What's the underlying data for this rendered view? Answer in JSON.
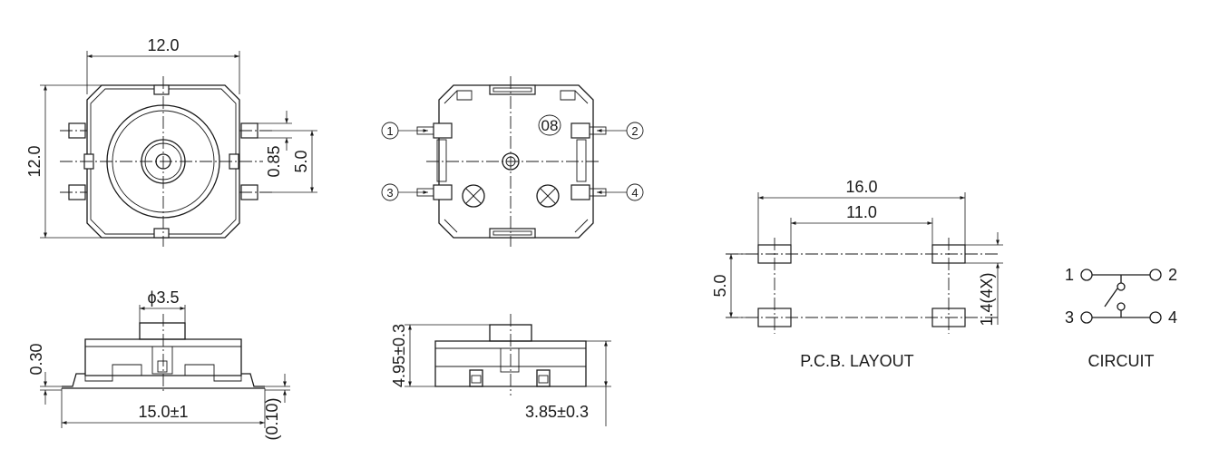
{
  "top_view": {
    "width_dim": "12.0",
    "height_dim": "12.0",
    "terminal_width_dim": "0.85",
    "terminal_pitch_dim": "5.0"
  },
  "side_view": {
    "stem_dim": "ϕ3.5",
    "thickness_dim": "0.30",
    "overall_width_dim": "15.0±1",
    "offset_dim": "(0.10)"
  },
  "bottom_view": {
    "marking": "08",
    "pin_labels": [
      "1",
      "2",
      "3",
      "4"
    ]
  },
  "end_view": {
    "height_dim": "4.95±0.3",
    "body_height_dim": "3.85±0.3"
  },
  "pcb_layout": {
    "outer_pitch_dim": "16.0",
    "inner_pitch_dim": "11.0",
    "row_pitch_dim": "5.0",
    "pad_dim": "1.4(4X)",
    "caption": "P.C.B. LAYOUT"
  },
  "circuit": {
    "terminals": [
      "1",
      "2",
      "3",
      "4"
    ],
    "caption": "CIRCUIT"
  }
}
